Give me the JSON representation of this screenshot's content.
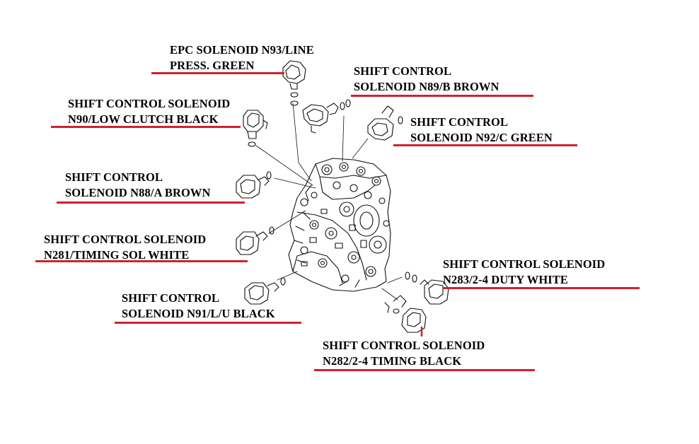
{
  "colors": {
    "underline": "#d0212e",
    "ink": "#111111",
    "background": "#ffffff"
  },
  "callouts": [
    {
      "id": "n93",
      "line1": "EPC SOLENOID N93/LINE",
      "line2": "PRESS. GREEN"
    },
    {
      "id": "n89",
      "line1": "SHIFT CONTROL",
      "line2": "SOLENOID N89/B BROWN"
    },
    {
      "id": "n90",
      "line1": "SHIFT CONTROL SOLENOID",
      "line2": "N90/LOW CLUTCH BLACK"
    },
    {
      "id": "n92",
      "line1": "SHIFT CONTROL",
      "line2": "SOLENOID N92/C GREEN"
    },
    {
      "id": "n88",
      "line1": "SHIFT CONTROL",
      "line2": "SOLENOID N88/A BROWN"
    },
    {
      "id": "n281",
      "line1": "SHIFT CONTROL SOLENOID",
      "line2": "N281/TIMING SOL WHITE"
    },
    {
      "id": "n283",
      "line1": "SHIFT CONTROL SOLENOID",
      "line2": "N283/2-4 DUTY WHITE"
    },
    {
      "id": "n91",
      "line1": "SHIFT CONTROL",
      "line2": "SOLENOID N91/L/U BLACK"
    },
    {
      "id": "n282",
      "line1": "SHIFT CONTROL SOLENOID",
      "line2": "N282/2-4 TIMING BLACK"
    }
  ]
}
